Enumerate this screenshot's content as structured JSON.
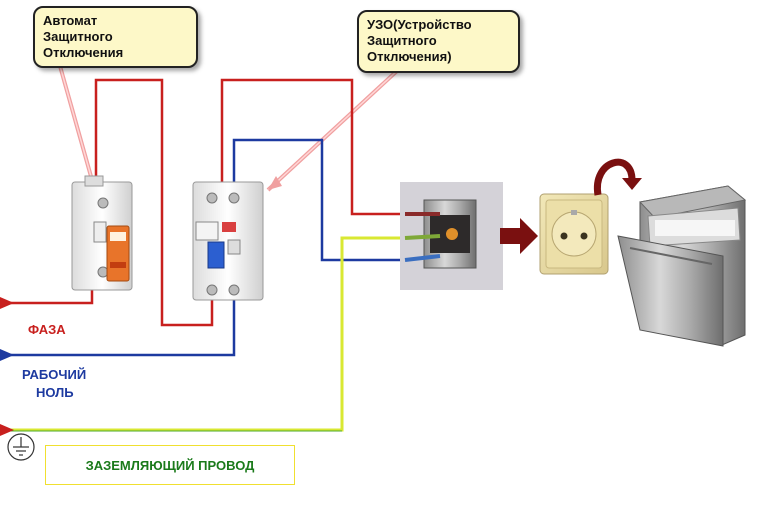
{
  "callouts": {
    "breaker": [
      "Автомат",
      "Защитного",
      "Отключения"
    ],
    "rcd": [
      "УЗО(Устройство",
      "Защитного",
      "Отключения)"
    ]
  },
  "wires": {
    "phase": "ФАЗА",
    "neutral": [
      "РАБОЧИЙ",
      "НОЛЬ"
    ],
    "ground": "ЗАЗЕМЛЯЮЩИЙ ПРОВОД"
  },
  "colors": {
    "phase": "#c8201e",
    "neutral": "#1d3aa0",
    "ground": "#d9e832",
    "callout_bg": "#fdf8c8",
    "flow_arrow": "#7a1010"
  }
}
